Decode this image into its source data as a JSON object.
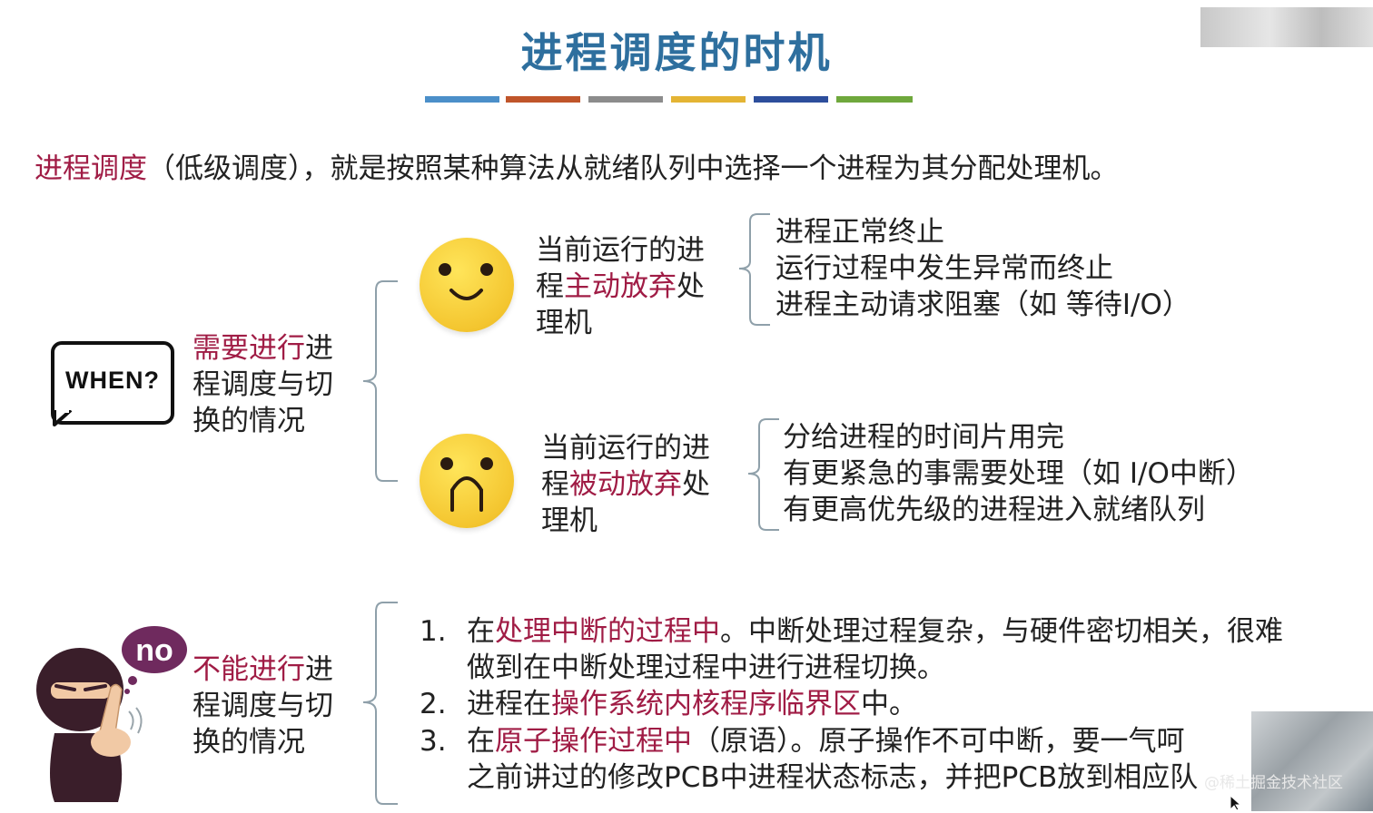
{
  "title": "进程调度的时机",
  "deco_colors": [
    "#4b8fc9",
    "#c0552a",
    "#8c8c8c",
    "#e4b434",
    "#2d4e9c",
    "#6fa83c"
  ],
  "intro": {
    "term": "进程调度",
    "rest": "（低级调度），就是按照某种算法从就绪队列中选择一个进程为其分配处理机。"
  },
  "when": {
    "bubble_text": "WHEN?",
    "label_line1_accent": "需要进行",
    "label_line1_rest": "进",
    "label_line2": "程调度与切",
    "label_line3": "换的情况",
    "active": {
      "line1": "当前运行的进",
      "line2_pre": "程",
      "line2_accent": "主动放弃",
      "line2_post": "处",
      "line3": "理机",
      "reasons": [
        "进程正常终止",
        "运行过程中发生异常而终止",
        "进程主动请求阻塞（如 等待I/O）"
      ]
    },
    "passive": {
      "line1": "当前运行的进",
      "line2_pre": "程",
      "line2_accent": "被动放弃",
      "line2_post": "处",
      "line3": "理机",
      "reasons": [
        "分给进程的时间片用完",
        "有更紧急的事需要处理（如 I/O中断）",
        "有更高优先级的进程进入就绪队列"
      ]
    }
  },
  "cannot": {
    "no_text": "no",
    "label_line1_accent": "不能进行",
    "label_line1_rest": "进",
    "label_line2": "程调度与切",
    "label_line3": "换的情况",
    "items": [
      {
        "num": "1.",
        "pre": "在",
        "accent": "处理中断的过程中",
        "post": "。中断处理过程复杂，与硬件密切相关，很难",
        "cont": "做到在中断处理过程中进行进程切换。"
      },
      {
        "num": "2.",
        "pre": "进程在",
        "accent": "操作系统内核程序临界区",
        "post": "中。",
        "cont": ""
      },
      {
        "num": "3.",
        "pre": "在",
        "accent": "原子操作过程中",
        "post": "（原语）。原子操作不可中断，要一气呵",
        "cont": "之前讲过的修改PCB中进程状态标志，并把PCB放到相应队"
      }
    ]
  },
  "watermark": "@稀土掘金技术社区",
  "colors": {
    "accent": "#a01c45",
    "title": "#2e6f9e",
    "face": "#f4c630"
  }
}
